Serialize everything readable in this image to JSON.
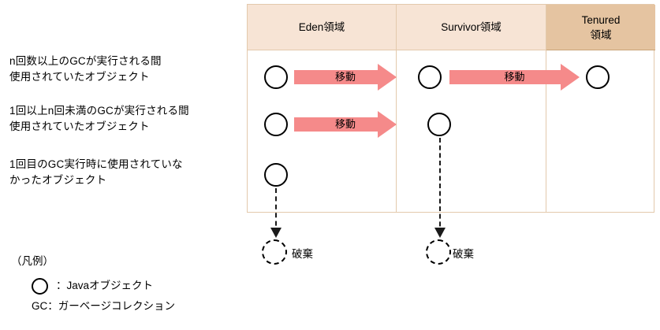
{
  "diagram": {
    "title_columns": [
      {
        "id": "eden",
        "label": "Eden領域"
      },
      {
        "id": "survivor",
        "label": "Survivor領域"
      },
      {
        "id": "tenured",
        "label": "Tenured\n領域"
      }
    ],
    "descriptions": [
      {
        "id": "eden-row",
        "text": "n回数以上のGCが実行される間\n使用されていたオブジェクト"
      },
      {
        "id": "survivor-row",
        "text": "1回以上n回未満のGCが実行される間\n使用されていたオブジェクト"
      },
      {
        "id": "discard-row",
        "text": "1回目のGC実行時に使用されていな\nかったオブジェクト"
      }
    ],
    "arrows": [
      {
        "id": "eden-to-survivor-row1",
        "label": "移動"
      },
      {
        "id": "survivor-to-tenured-row1",
        "label": "移動"
      },
      {
        "id": "eden-to-survivor-row2",
        "label": "移動"
      }
    ],
    "discards": [
      {
        "id": "discard-eden",
        "label": "破棄"
      },
      {
        "id": "discard-survivor",
        "label": "破棄"
      }
    ],
    "legend": {
      "title": "（凡例）",
      "object_label": "：Javaオブジェクト",
      "gc_key": "GC",
      "gc_label": "：ガーベージコレクション"
    },
    "colors": {
      "arrow": "#F58A8A",
      "header_young": "#F7E4D5",
      "header_tenured": "#E5C4A1",
      "border": "#E3C9AC"
    }
  }
}
